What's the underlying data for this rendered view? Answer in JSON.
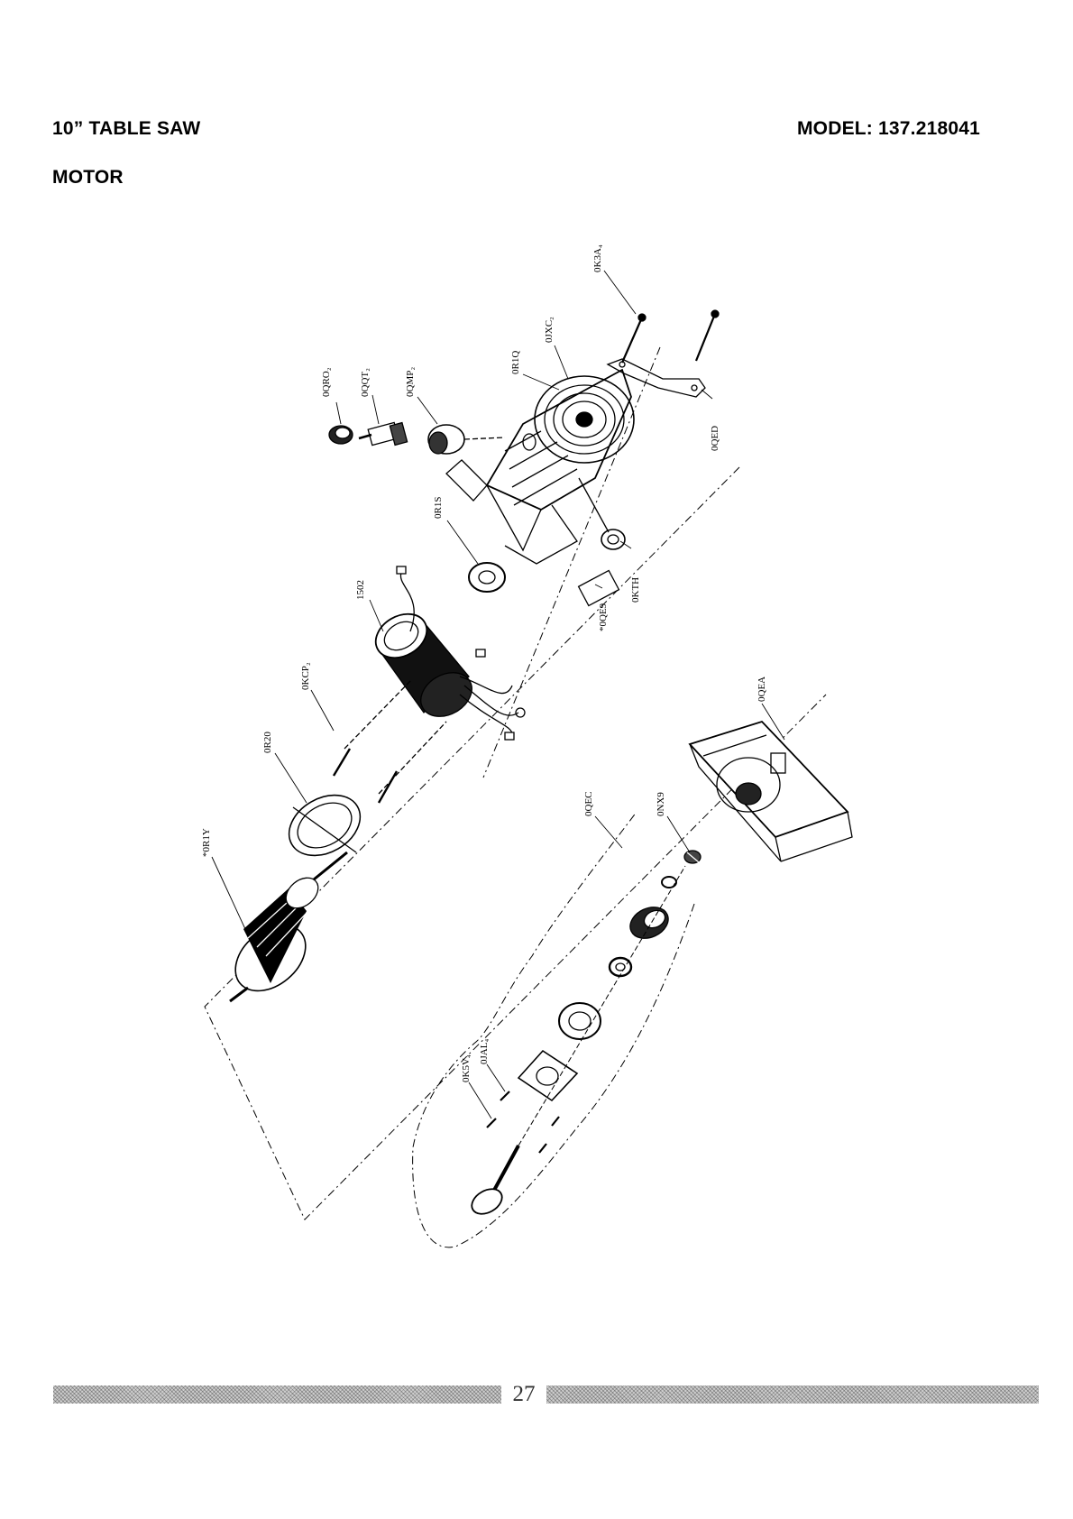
{
  "header": {
    "title": "10” TABLE SAW",
    "model": "MODEL: 137.218041",
    "section": "MOTOR"
  },
  "parts": {
    "end_cap": "0QRO₂",
    "brush": "0QQT₂",
    "brush_holder": "0QMP₂",
    "housing": "0R1Q",
    "top_screw": "0JXC₂",
    "bracket_screw": "0K3A₄",
    "bracket": "0QED",
    "bearing": "0R1S",
    "grommet": "0KTH",
    "label_plate": "*0QE9",
    "stator": "1502",
    "long_screw": "0KCP₂",
    "baffle": "0R20",
    "armature": "*0R1Y",
    "gear_case": "0QEA",
    "gear_assembly": "0QEC",
    "needle_bearing": "0NX9",
    "cover_screw": "0JAL₄",
    "small_screw": "0K5V₄"
  },
  "footer": {
    "page_number": "27"
  }
}
